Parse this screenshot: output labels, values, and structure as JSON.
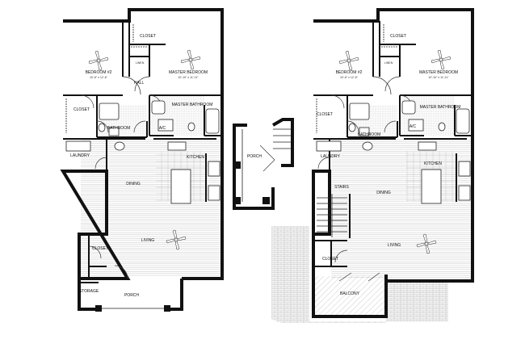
{
  "left_plan": {
    "rooms": {
      "closet_top": "CLOSET",
      "linen": "LINEN",
      "bedroom2": "BEDROOM #2",
      "bedroom2_dim": "10'-6\" x 12'-6\"",
      "master_bedroom": "MASTER BEDROOM",
      "master_bedroom_dim": "10'-10\" x 11'-11\"",
      "hall": "HALL",
      "closet_left": "CLOSET",
      "master_bathroom": "MASTER BATHROOM",
      "bathroom": "BATHROOM",
      "ac": "A/C",
      "laundry": "LAUNDRY",
      "kitchen": "KITCHEN",
      "dining": "DINING",
      "living": "LIVING",
      "closet_entry": "CLOSET",
      "storage": "STORAGE",
      "porch": "PORCH"
    }
  },
  "middle_detail": {
    "porch": "PORCH"
  },
  "right_plan": {
    "rooms": {
      "closet_top": "CLOSET",
      "linen": "LINEN",
      "bedroom2": "BEDROOM #2",
      "bedroom2_dim": "10'-6\" x 12'-6\"",
      "master_bedroom": "MASTER BEDROOM",
      "master_bedroom_dim": "10'-10\" x 11'-11\"",
      "closet_left": "CLOSET",
      "master_bathroom": "MASTER BATHROOM",
      "bathroom": "BATHROOM",
      "ac": "A/C",
      "laundry": "LAUNDRY",
      "kitchen": "KITCHEN",
      "stairs": "STAIRS",
      "dining": "DINING",
      "living": "LIVING",
      "closet_entry": "CLOSET",
      "balcony": "BALCONY"
    }
  }
}
